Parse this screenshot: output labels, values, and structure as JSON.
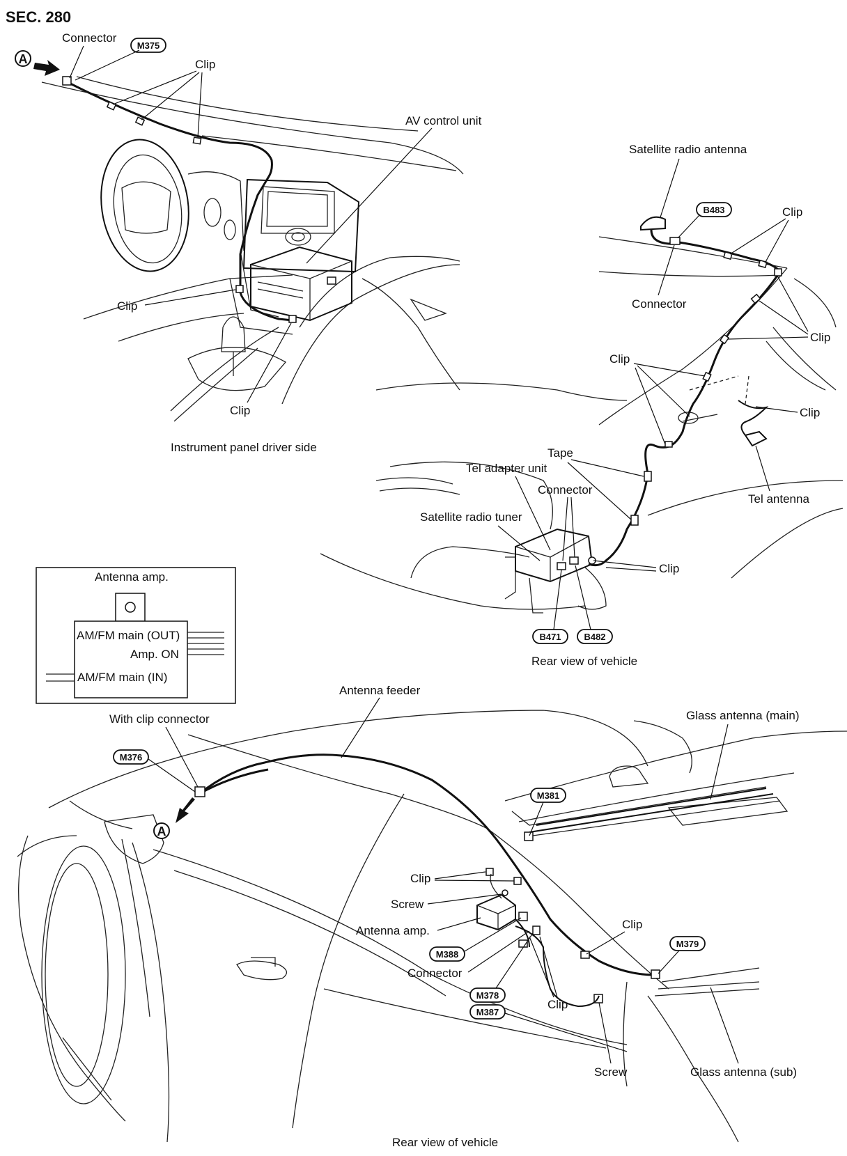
{
  "section": "SEC. 280",
  "marker_letter": "A",
  "instrument_panel": {
    "connector": "Connector",
    "m375": "M375",
    "clip_top": "Clip",
    "av_control_unit": "AV control unit",
    "clip_left": "Clip",
    "clip_bottom": "Clip",
    "caption": "Instrument panel driver side"
  },
  "rear_view_upper": {
    "satellite_radio_antenna": "Satellite radio antenna",
    "b483": "B483",
    "clip_1": "Clip",
    "connector_top": "Connector",
    "clip_2": "Clip",
    "clip_3": "Clip",
    "clip_4": "Clip",
    "tape": "Tape",
    "tel_adapter_unit": "Tel adapter unit",
    "connector_mid": "Connector",
    "tel_antenna": "Tel antenna",
    "satellite_radio_tuner": "Satellite radio tuner",
    "clip_5": "Clip",
    "b471": "B471",
    "b482": "B482",
    "caption": "Rear view of vehicle"
  },
  "antenna_amp_box": {
    "title": "Antenna amp.",
    "am_fm_out": "AM/FM main (OUT)",
    "amp_on": "Amp. ON",
    "am_fm_in": "AM/FM main (IN)"
  },
  "rear_view_lower": {
    "antenna_feeder": "Antenna feeder",
    "with_clip_connector": "With clip connector",
    "m376_top": "M376",
    "glass_antenna_main": "Glass antenna (main)",
    "m381": "M381",
    "clip_a": "Clip",
    "screw_a": "Screw",
    "antenna_amp": "Antenna amp.",
    "m388": "M388",
    "connector": "Connector",
    "m378": "M378",
    "m387": "M387",
    "clip_b": "Clip",
    "clip_c": "Clip",
    "m379": "M379",
    "screw_b": "Screw",
    "glass_antenna_sub": "Glass antenna (sub)",
    "caption": "Rear view of vehicle"
  }
}
